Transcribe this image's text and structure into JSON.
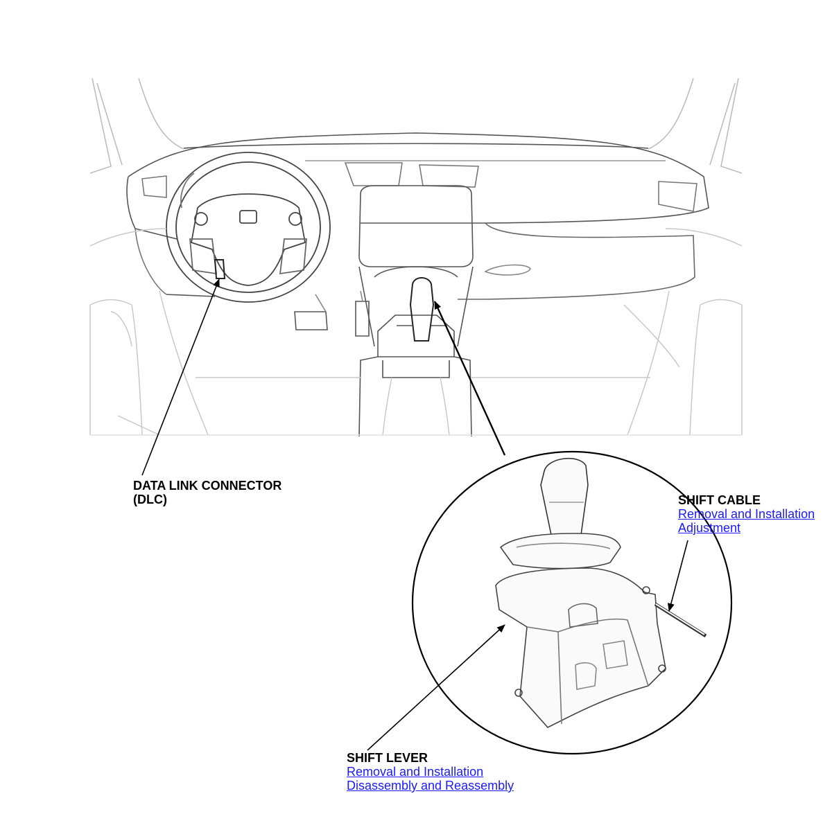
{
  "callouts": {
    "dlc": {
      "title_line1": "DATA LINK CONNECTOR",
      "title_line2": "(DLC)"
    },
    "shift_cable": {
      "title": "SHIFT CABLE",
      "links": [
        "Removal and Installation",
        "Adjustment"
      ]
    },
    "shift_lever": {
      "title": "SHIFT LEVER",
      "links": [
        "Removal and Installation",
        "Disassembly and Reassembly"
      ]
    }
  },
  "colors": {
    "link": "#1a1aff",
    "line_dark": "#333333",
    "line_light": "#c8c8c8"
  }
}
